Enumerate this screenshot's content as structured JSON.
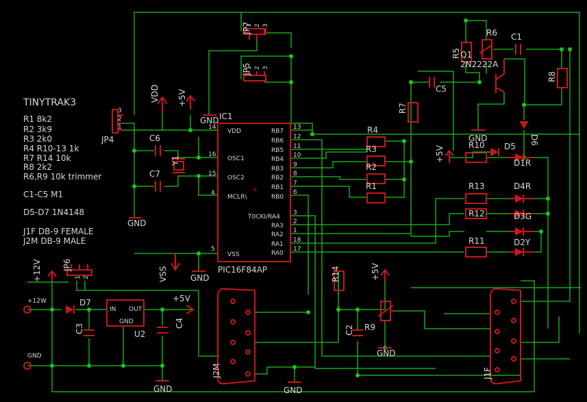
{
  "notes": [
    "TINYTRAK3",
    "R1 8k2",
    "R2 3k9",
    "R3 2k0",
    "R4 R10-13 1k",
    "R7 R14 10k",
    "R8 2k2",
    "R6,R9 10k trimmer",
    "C1-C5 M1",
    "D5-D7 1N4148",
    "J1F DB-9 FEMALE",
    "J2M DB-9 MALE"
  ],
  "ic1": {
    "ref": "IC1",
    "part": "PIC16F84AP",
    "left_pins": [
      {
        "num": "14",
        "name": "VDD"
      },
      {
        "num": "16",
        "name": "OSC1"
      },
      {
        "num": "15",
        "name": "OSC2"
      },
      {
        "num": "4",
        "name": "MCLR\\"
      },
      {
        "num": "5",
        "name": "VSS"
      }
    ],
    "right_pins": [
      {
        "num": "13",
        "name": "RB7"
      },
      {
        "num": "12",
        "name": "RB6"
      },
      {
        "num": "11",
        "name": "RB5"
      },
      {
        "num": "10",
        "name": "RB4"
      },
      {
        "num": "9",
        "name": "RB3"
      },
      {
        "num": "8",
        "name": "RB2"
      },
      {
        "num": "7",
        "name": "RB1"
      },
      {
        "num": "6",
        "name": "RB0"
      },
      {
        "num": "3",
        "name": "T0CKI/RA4"
      },
      {
        "num": "2",
        "name": "RA3"
      },
      {
        "num": "1",
        "name": "RA2"
      },
      {
        "num": "18",
        "name": "RA1"
      },
      {
        "num": "17",
        "name": "RA0"
      }
    ]
  },
  "resistors": [
    "R4",
    "R3",
    "R2",
    "R1",
    "R10",
    "R13",
    "R12",
    "R11",
    "R7",
    "R14",
    "R5",
    "R6",
    "R8",
    "R9"
  ],
  "leds": [
    "D1R",
    "D4R",
    "D3G",
    "D2Y"
  ],
  "diodes": [
    "D5",
    "D6",
    "D7"
  ],
  "capacitors": [
    "C1",
    "C2",
    "C3",
    "C4",
    "C5",
    "C6",
    "C7"
  ],
  "jumpers": [
    "JP4",
    "JP5",
    "JP6",
    "JP7"
  ],
  "transistor": {
    "ref": "Q1",
    "part": "2N2222A"
  },
  "regulator": {
    "ref": "U2",
    "in": "IN",
    "out": "OUT",
    "gnd": "GND"
  },
  "crystal": "Y1",
  "connectors": [
    "J2M",
    "J1F"
  ],
  "power": {
    "vdd": "VDD",
    "v5": "+5V",
    "v12": "+12V",
    "v12_jack": "+12W",
    "vss": "VSS",
    "gnd": "GND"
  },
  "pin_digits": [
    "1",
    "2",
    "3"
  ]
}
